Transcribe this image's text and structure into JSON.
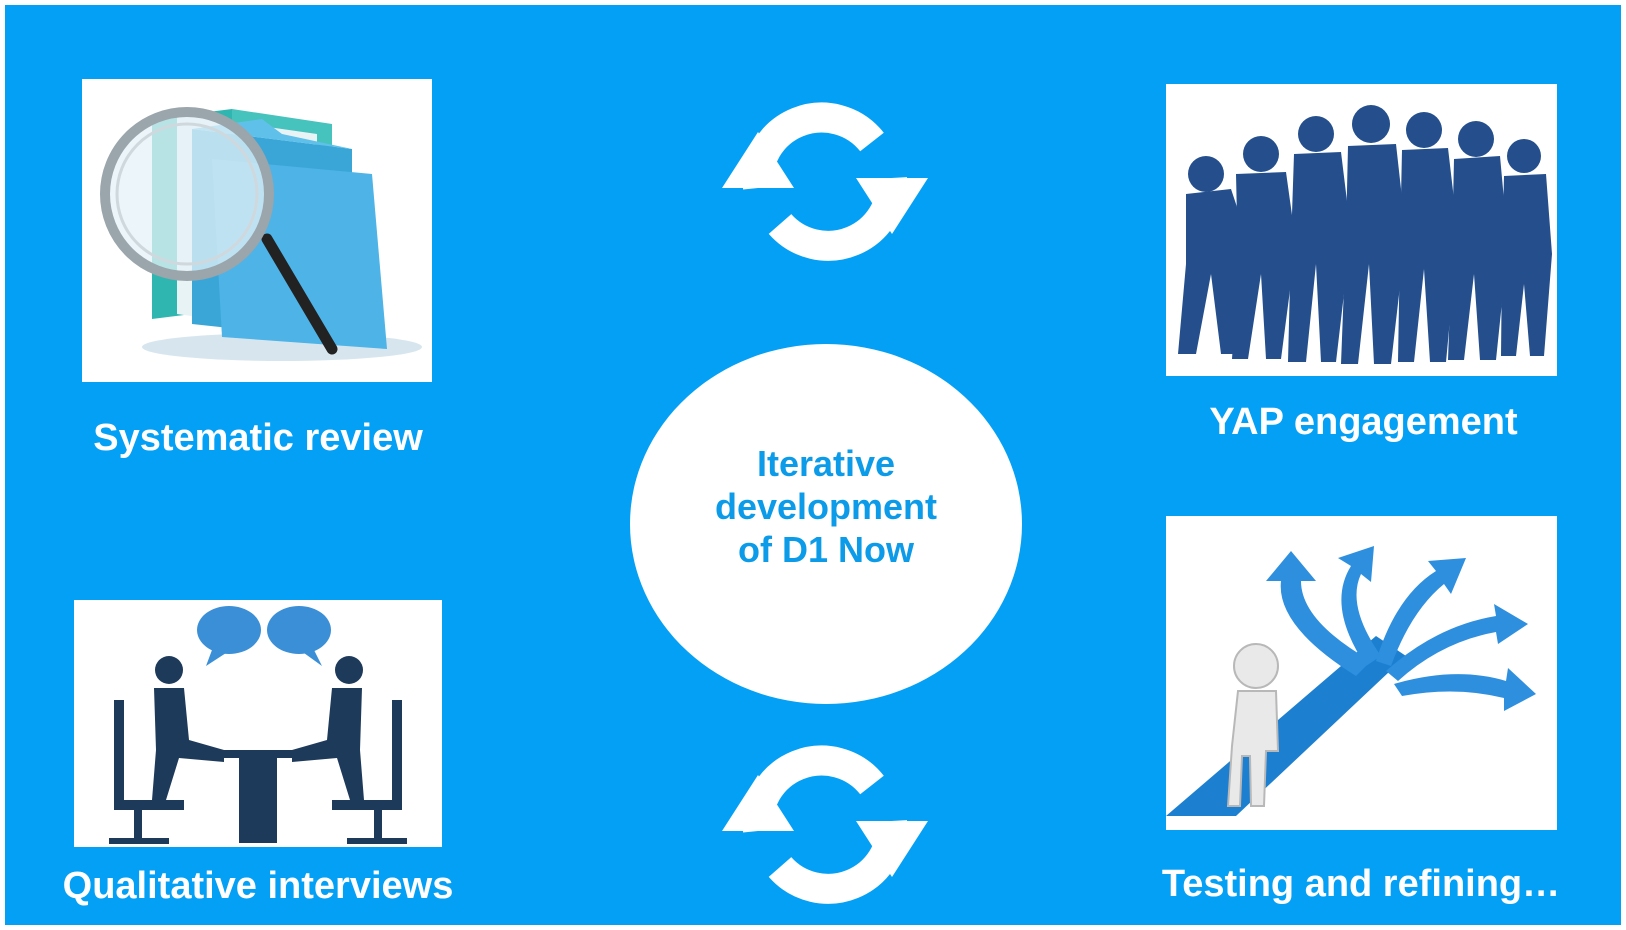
{
  "colors": {
    "background": "#03a0f5",
    "circle": "#ffffff",
    "center_text": "#0c9be8",
    "caption_text": "#ffffff",
    "silhouette": "#244f8c"
  },
  "center": {
    "line1": "Iterative",
    "line2": "development",
    "line3": "of D1 Now"
  },
  "captions": {
    "review": "Systematic review",
    "yap": "YAP engagement",
    "interview": "Qualitative interviews",
    "testing": "Testing and refining…"
  },
  "icons": {
    "top_cycle": "refresh-cycle-icon",
    "bottom_cycle": "refresh-cycle-icon",
    "review_image": "folder-magnifier-illustration",
    "yap_image": "people-silhouettes-illustration",
    "interview_image": "interview-table-illustration",
    "testing_image": "decision-arrows-illustration"
  }
}
